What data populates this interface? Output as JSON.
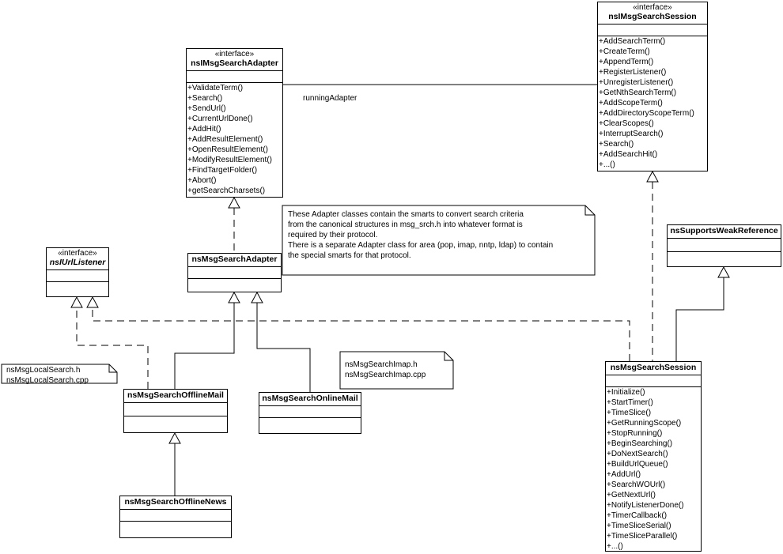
{
  "classes": {
    "search_session_iface": {
      "stereotype": "«interface»",
      "name": "nsIMsgSearchSession",
      "ops": [
        "+AddSearchTerm()",
        "+CreateTerm()",
        "+AppendTerm()",
        "+RegisterListener()",
        "+UnregisterListener()",
        "+GetNthSearchTerm()",
        "+AddScopeTerm()",
        "+AddDirectoryScopeTerm()",
        "+ClearScopes()",
        "+InterruptSearch()",
        "+Search()",
        "+AddSearchHit()",
        "+...()"
      ]
    },
    "search_adapter_iface": {
      "stereotype": "«interface»",
      "name": "nsIMsgSearchAdapter",
      "ops": [
        "+ValidateTerm()",
        "+Search()",
        "+SendUrl()",
        "+CurrentUrlDone()",
        "+AddHit()",
        "+AddResultElement()",
        "+OpenResultElement()",
        "+ModifyResultElement()",
        "+FindTargetFolder()",
        "+Abort()",
        "+getSearchCharsets()"
      ]
    },
    "url_listener_iface": {
      "stereotype": "«interface»",
      "name": "nsIUrlListener"
    },
    "search_adapter": {
      "name": "nsMsgSearchAdapter"
    },
    "weak_reference": {
      "name": "nsSupportsWeakReference"
    },
    "offline_mail": {
      "name": "nsMsgSearchOfflineMail"
    },
    "online_mail": {
      "name": "nsMsgSearchOnlineMail"
    },
    "offline_news": {
      "name": "nsMsgSearchOfflineNews"
    },
    "search_session": {
      "name": "nsMsgSearchSession",
      "ops": [
        "+Initialize()",
        "+StartTimer()",
        "+TimeSlice()",
        "+GetRunningScope()",
        "+StopRunning()",
        "+BeginSearching()",
        "+DoNextSearch()",
        "+BuildUrlQueue()",
        "+AddUrl()",
        "+SearchWOUrl()",
        "+GetNextUrl()",
        "+NotifyListenerDone()",
        "+TimerCallback()",
        "+TimeSliceSerial()",
        "+TimeSliceParallel()",
        "+...()"
      ]
    }
  },
  "notes": {
    "adapter_note": [
      "These Adapter classes contain the smarts to convert search criteria",
      "from the canonical structures in msg_srch.h into whatever format is",
      "required by their protocol.",
      "There is a separate Adapter class for area (pop, imap, nntp, ldap) to contain",
      "the special smarts for that protocol."
    ],
    "local_files": [
      "nsMsgLocalSearch.h",
      "nsMsgLocalSearch.cpp"
    ],
    "imap_files": [
      "nsMsgSearchImap.h",
      "nsMsgSearchImap.cpp"
    ]
  },
  "association_label": "runningAdapter"
}
